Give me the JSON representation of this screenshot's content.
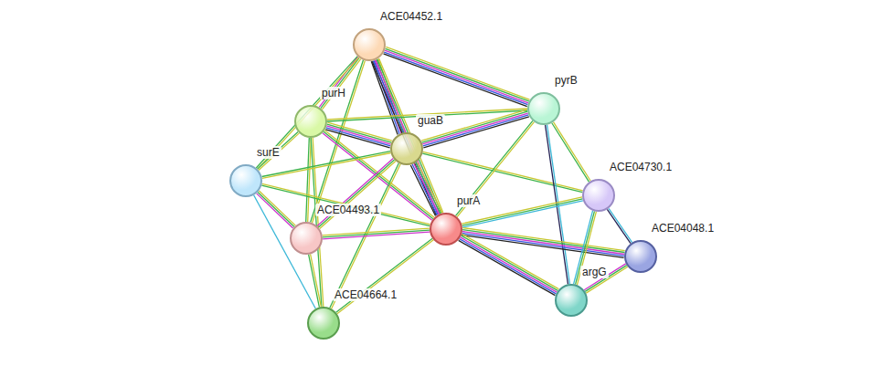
{
  "diagram": {
    "nodes": [
      {
        "text": [
          "ACE04452.1"
        ]
      },
      {
        "text": [
          "purH"
        ]
      },
      {
        "text": [
          "pyrB"
        ]
      },
      {
        "text": [
          "guaB"
        ]
      },
      {
        "text": [
          "surE"
        ]
      },
      {
        "text": [
          "ACE04730.1"
        ]
      },
      {
        "text": [
          "purA"
        ]
      },
      {
        "text": [
          "ACE04493.1"
        ]
      },
      {
        "text": [
          "ACE04048.1"
        ]
      },
      {
        "text": [
          "argG"
        ]
      },
      {
        "text": [
          "ACE04664.1"
        ]
      }
    ],
    "edges": [
      {
        "from": 0,
        "to": 1,
        "arrow": "none"
      },
      {
        "from": 0,
        "to": 3,
        "arrow": "none"
      },
      {
        "from": 0,
        "to": 6,
        "arrow": "none"
      },
      {
        "from": 0,
        "to": 2,
        "arrow": "none"
      },
      {
        "from": 0,
        "to": 4,
        "arrow": "none"
      },
      {
        "from": 0,
        "to": 7,
        "arrow": "none"
      },
      {
        "from": 1,
        "to": 3,
        "arrow": "none"
      },
      {
        "from": 1,
        "to": 2,
        "arrow": "none"
      },
      {
        "from": 1,
        "to": 4,
        "arrow": "none"
      },
      {
        "from": 1,
        "to": 7,
        "arrow": "none"
      },
      {
        "from": 1,
        "to": 6,
        "arrow": "none"
      },
      {
        "from": 1,
        "to": 10,
        "arrow": "none"
      },
      {
        "from": 3,
        "to": 2,
        "arrow": "none"
      },
      {
        "from": 3,
        "to": 4,
        "arrow": "none"
      },
      {
        "from": 3,
        "to": 7,
        "arrow": "none"
      },
      {
        "from": 3,
        "to": 6,
        "arrow": "none"
      },
      {
        "from": 3,
        "to": 5,
        "arrow": "none"
      },
      {
        "from": 3,
        "to": 10,
        "arrow": "none"
      },
      {
        "from": 2,
        "to": 6,
        "arrow": "none"
      },
      {
        "from": 2,
        "to": 5,
        "arrow": "none"
      },
      {
        "from": 2,
        "to": 9,
        "arrow": "none"
      },
      {
        "from": 4,
        "to": 7,
        "arrow": "none"
      },
      {
        "from": 4,
        "to": 6,
        "arrow": "none"
      },
      {
        "from": 4,
        "to": 10,
        "arrow": "none"
      },
      {
        "from": 7,
        "to": 6,
        "arrow": "none"
      },
      {
        "from": 7,
        "to": 10,
        "arrow": "none"
      },
      {
        "from": 6,
        "to": 5,
        "arrow": "none"
      },
      {
        "from": 6,
        "to": 8,
        "arrow": "none"
      },
      {
        "from": 6,
        "to": 9,
        "arrow": "none"
      },
      {
        "from": 6,
        "to": 10,
        "arrow": "none"
      },
      {
        "from": 5,
        "to": 8,
        "arrow": "none"
      },
      {
        "from": 5,
        "to": 9,
        "arrow": "none"
      },
      {
        "from": 8,
        "to": 9,
        "arrow": "none"
      }
    ]
  }
}
